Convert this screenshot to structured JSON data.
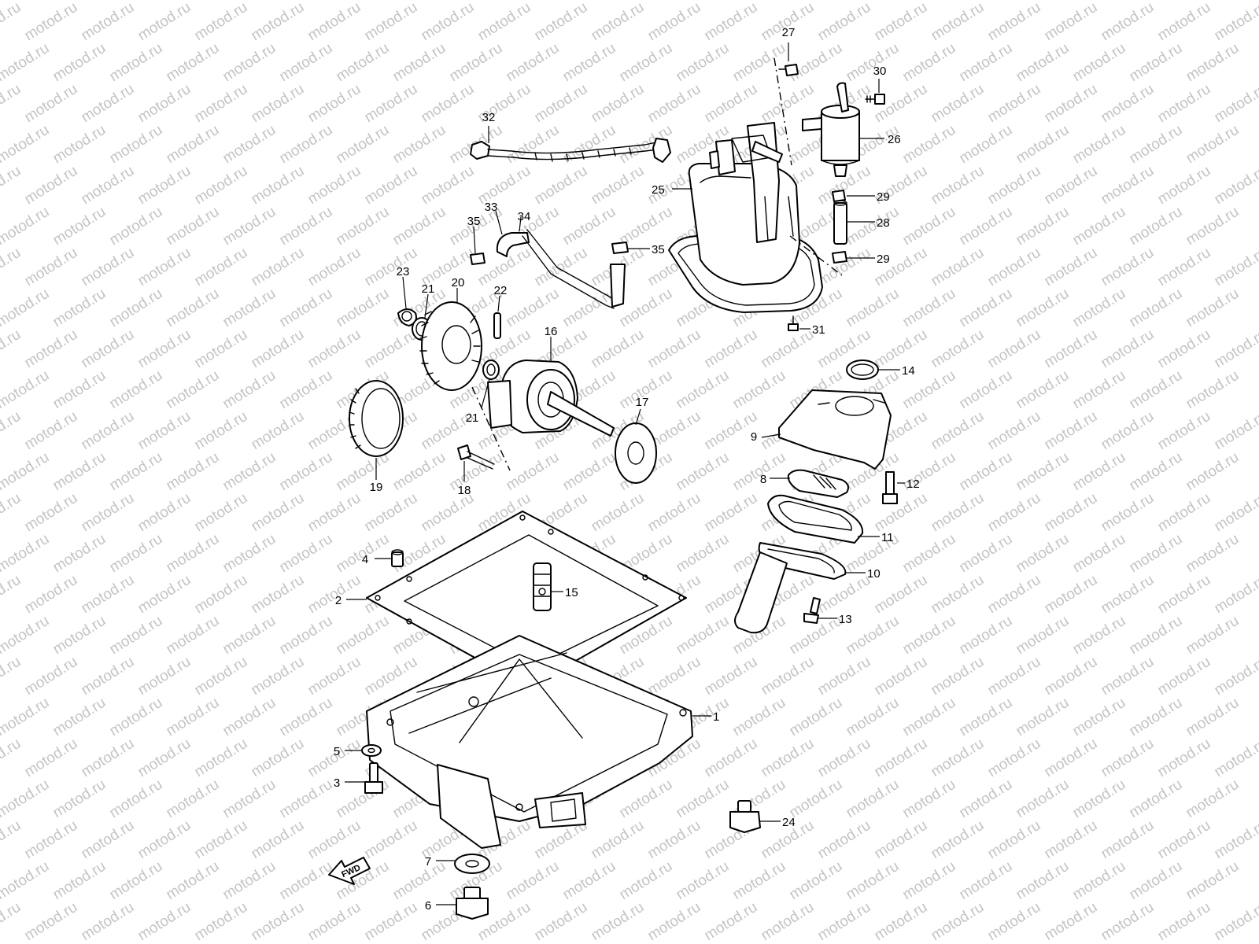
{
  "watermark": "motod.ru",
  "fwd_label": "FWD",
  "callouts": {
    "c1": "1",
    "c2": "2",
    "c3": "3",
    "c4": "4",
    "c5": "5",
    "c6": "6",
    "c7": "7",
    "c8": "8",
    "c9": "9",
    "c10": "10",
    "c11": "11",
    "c12": "12",
    "c13": "13",
    "c14": "14",
    "c15": "15",
    "c16": "16",
    "c17": "17",
    "c18": "18",
    "c19": "19",
    "c20": "20",
    "c21a": "21",
    "c21b": "21",
    "c22": "22",
    "c23": "23",
    "c24": "24",
    "c25": "25",
    "c26": "26",
    "c27": "27",
    "c28": "28",
    "c29a": "29",
    "c29b": "29",
    "c30": "30",
    "c31": "31",
    "c32": "32",
    "c33": "33",
    "c34": "34",
    "c35a": "35",
    "c35b": "35"
  }
}
